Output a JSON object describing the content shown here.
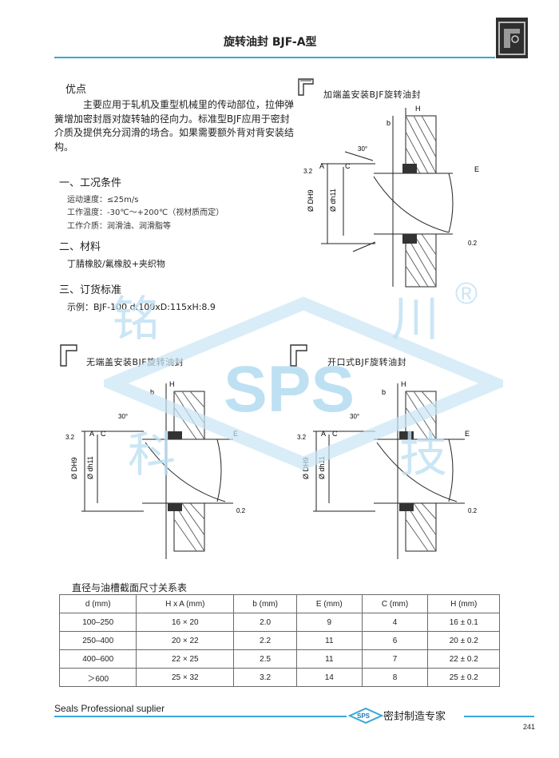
{
  "header": {
    "title": "旋转油封 BJF-A型"
  },
  "advantages": {
    "heading": "优点",
    "text": "主要应用于轧机及重型机械里的传动部位，拉伸弹簧增加密封唇对旋转轴的径向力。标准型BJF应用于密封介质及提供充分润滑的场合。如果需要额外背对背安装结构。"
  },
  "conditions": {
    "heading": "一、工况条件",
    "speed": "运动速度：≤25m/s",
    "temperature": "工作温度：-30℃～+200℃（视材质而定）",
    "medium": "工作介质：润滑油、润滑脂等"
  },
  "materials": {
    "heading": "二、材料",
    "text": "丁腈橡胶/氟橡胶+夹织物"
  },
  "ordering": {
    "heading": "三、订货标准",
    "example": "示例：BJF-100 d:100xD:115xH:8.9"
  },
  "diagrams": {
    "top_right": "加端盖安装BJF旋转油封",
    "bottom_left": "无端盖安装BJF旋转油封",
    "bottom_right": "开口式BJF旋转油封",
    "labels": {
      "H": "H",
      "b": "b",
      "C": "C",
      "E": "E",
      "A": "A",
      "DH9": "Ø DH9",
      "dh11": "Ø dh11",
      "angle": "30°",
      "r32": "3.2",
      "r02": "0.2"
    }
  },
  "watermark": {
    "left_top": "铭",
    "right_top": "川",
    "center": "SPS",
    "left_bottom": "科",
    "right_bottom": "技",
    "reg": "®"
  },
  "table": {
    "title": "直径与油槽截面尺寸关系表",
    "headers": [
      "d (mm)",
      "H x A (mm)",
      "b (mm)",
      "E (mm)",
      "C (mm)",
      "H (mm)"
    ],
    "rows": [
      [
        "100–250",
        "16 × 20",
        "2.0",
        "9",
        "4",
        "16 ± 0.1"
      ],
      [
        "250–400",
        "20 × 22",
        "2.2",
        "11",
        "6",
        "20 ± 0.2"
      ],
      [
        "400–600",
        "22 × 25",
        "2.5",
        "11",
        "7",
        "22 ± 0.2"
      ],
      [
        "＞600",
        "25 × 32",
        "3.2",
        "14",
        "8",
        "25 ± 0.2"
      ]
    ]
  },
  "footer": {
    "left": "Seals Professional suplier",
    "badge": "SPS",
    "right": "密封制造专家",
    "page": "241"
  }
}
